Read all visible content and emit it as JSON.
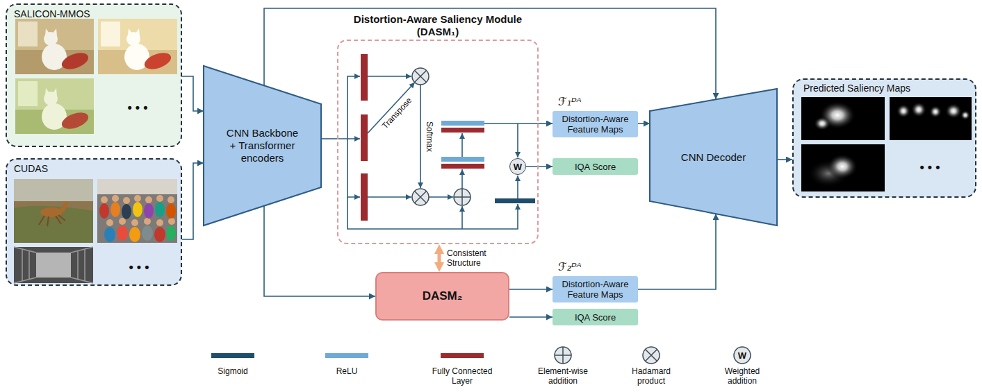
{
  "diagram": {
    "nodes": [
      {
        "text": [
          "SALICON-MMOS",
          "• • •"
        ]
      },
      {
        "text": [
          "CUDAS",
          "• • •"
        ]
      },
      {
        "text": [
          "CNN Backbone + Transformer encoders"
        ]
      },
      {
        "text": [
          "Distortion-Aware Saliency Module (DASM₁)"
        ]
      },
      {
        "text": [
          "W"
        ],
        "in": 3
      },
      {
        "text": [
          "ℱ₁ᴰᴬ",
          "Distortion-Aware Feature Maps"
        ]
      },
      {
        "text": [
          "IQA Score"
        ]
      },
      {
        "text": [
          "DASM₂"
        ]
      },
      {
        "text": [
          "ℱ₂ᴰᴬ",
          "Distortion-Aware Feature Maps"
        ]
      },
      {
        "text": [
          "IQA Score"
        ]
      },
      {
        "text": [
          "CNN Decoder"
        ]
      },
      {
        "text": [
          "Predicted Saliency Maps",
          "• • •"
        ]
      }
    ],
    "edges": [
      {
        "from": 0,
        "to": 2,
        "arrow": "to"
      },
      {
        "from": 1,
        "to": 2,
        "arrow": "to"
      },
      {
        "from": 2,
        "to": 3,
        "arrow": "none"
      },
      {
        "from": 2,
        "to": 7,
        "arrow": "to"
      },
      {
        "from": 2,
        "to": 10,
        "arrow": "to"
      },
      {
        "from": 3,
        "to": 5,
        "arrow": "to"
      },
      {
        "from": 4,
        "to": 6,
        "arrow": "to"
      },
      {
        "from": 5,
        "to": 10,
        "arrow": "to"
      },
      {
        "from": 3,
        "to": 7,
        "label": "Consistent Structure",
        "arrow": "both"
      },
      {
        "from": 7,
        "to": 8,
        "arrow": "to"
      },
      {
        "from": 7,
        "to": 9,
        "arrow": "to"
      },
      {
        "from": 8,
        "to": 10,
        "arrow": "to"
      },
      {
        "from": 10,
        "to": 11,
        "arrow": "to"
      }
    ],
    "labels": [
      "Transpose",
      "Softmax",
      "W"
    ],
    "legend": [
      {
        "text": "Sigmoid",
        "color": "#1f4e6d"
      },
      {
        "text": "ReLU",
        "color": "#6fa9d8"
      },
      {
        "text": "Fully Connected Layer",
        "color": "#9b2b2f"
      },
      {
        "text": "Element-wise addition"
      },
      {
        "text": "Hadamard product"
      },
      {
        "text": "Weighted addition"
      }
    ]
  }
}
